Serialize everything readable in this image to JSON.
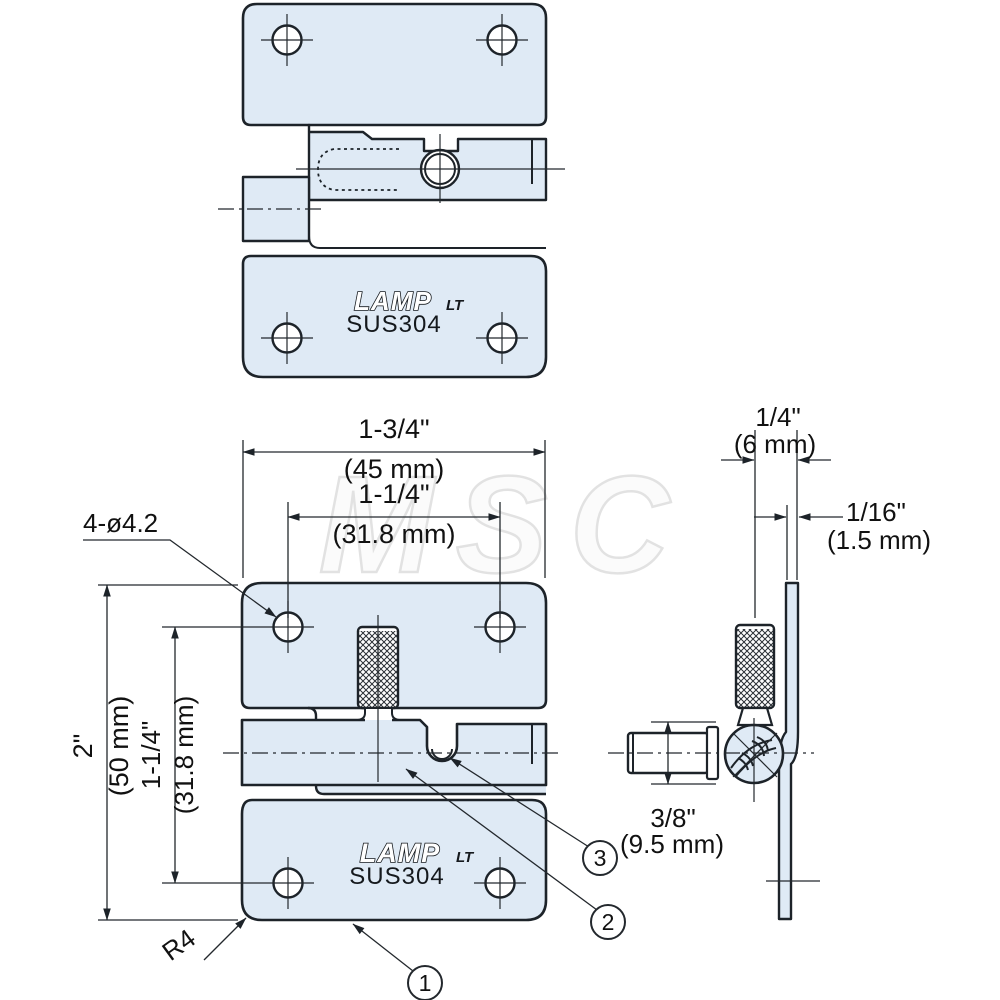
{
  "watermark": "MSC",
  "logo": {
    "brand": "LAMP",
    "series": "LT",
    "material": "SUS304"
  },
  "colors": {
    "part_fill": "#dfeaf5",
    "line": "#1d2329",
    "text": "#111111",
    "watermark": "#e2e2e2"
  },
  "front_view": {
    "width": {
      "inch": "1-3/4\"",
      "mm": "(45 mm)"
    },
    "hole_spacing_h": {
      "inch": "1-1/4\"",
      "mm": "(31.8 mm)"
    },
    "height": {
      "inch": "2\"",
      "mm": "(50 mm)"
    },
    "hole_spacing_v": {
      "inch": "1-1/4\"",
      "mm": "(31.8 mm)"
    },
    "hole_note": "4-ø4.2",
    "corner_radius": "R4",
    "callouts": [
      "1",
      "2",
      "3"
    ]
  },
  "side_view": {
    "knob_offset": {
      "inch": "1/4\"",
      "mm": "(6 mm)"
    },
    "plate_thickness": {
      "inch": "1/16\"",
      "mm": "(1.5 mm)"
    },
    "pin_diameter": {
      "inch": "3/8\"",
      "mm": "(9.5 mm)"
    }
  }
}
